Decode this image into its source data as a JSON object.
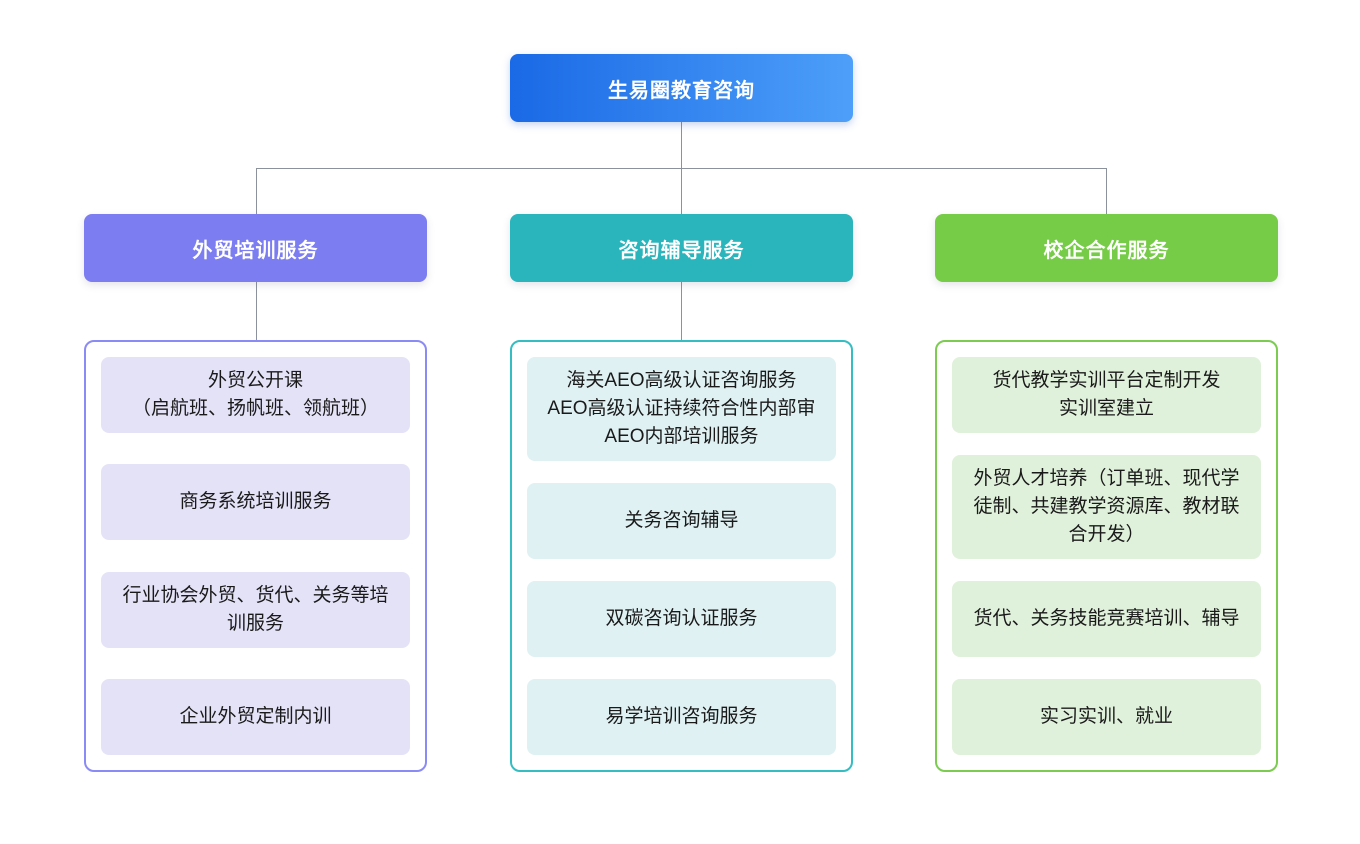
{
  "root": {
    "label": "生易圈教育咨询"
  },
  "columns": [
    {
      "header": "外贸培训服务",
      "items": [
        {
          "text": "外贸公开课\n（启航班、扬帆班、领航班）"
        },
        {
          "text": "商务系统培训服务"
        },
        {
          "text": "行业协会外贸、货代、关务等培\n训服务"
        },
        {
          "text": "企业外贸定制内训"
        }
      ]
    },
    {
      "header": "咨询辅导服务",
      "items": [
        {
          "text": "海关AEO高级认证咨询服务\nAEO高级认证持续符合性内部审\nAEO内部培训服务"
        },
        {
          "text": "关务咨询辅导"
        },
        {
          "text": "双碳咨询认证服务"
        },
        {
          "text": "易学培训咨询服务"
        }
      ]
    },
    {
      "header": "校企合作服务",
      "items": [
        {
          "text": "货代教学实训平台定制开发\n实训室建立"
        },
        {
          "text": "外贸人才培养（订单班、现代学\n徒制、共建教学资源库、教材联\n合开发）"
        },
        {
          "text": "货代、关务技能竞赛培训、辅导"
        },
        {
          "text": "实习实训、就业"
        }
      ]
    }
  ],
  "colors": {
    "canvas_bg": "#FFFFFF",
    "connector": "#8C929B",
    "root_grad_start": "#1A69E6",
    "root_grad_end": "#4D9FF9",
    "header_text": "#FFFFFF",
    "item_text": "#1A1A1A",
    "col1_header": "#7B7DF0",
    "col1_border": "#8B8BF5",
    "col1_item_bg": "#E4E2F7",
    "col2_header": "#2AB4BC",
    "col2_border": "#35BDC2",
    "col2_item_bg": "#DFF1F3",
    "col3_header": "#76CB47",
    "col3_border": "#7BCC51",
    "col3_item_bg": "#E0F1DB"
  }
}
